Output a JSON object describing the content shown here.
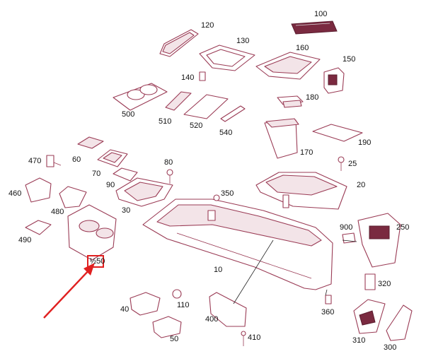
{
  "parts": [
    "100",
    "120",
    "130",
    "140",
    "150",
    "160",
    "170",
    "180",
    "190",
    "500",
    "510",
    "520",
    "540",
    "25",
    "20",
    "250",
    "900",
    "320",
    "360",
    "300",
    "310",
    "10",
    "30",
    "40",
    "50",
    "60",
    "70",
    "80",
    "90",
    "110",
    "350",
    "400",
    "410",
    "460",
    "470",
    "480",
    "490",
    "½50"
  ],
  "highlight": {
    "label": "½50",
    "color": "#e02020"
  },
  "colors": {
    "line": "#9a3b55",
    "arrow": "#e02020"
  }
}
